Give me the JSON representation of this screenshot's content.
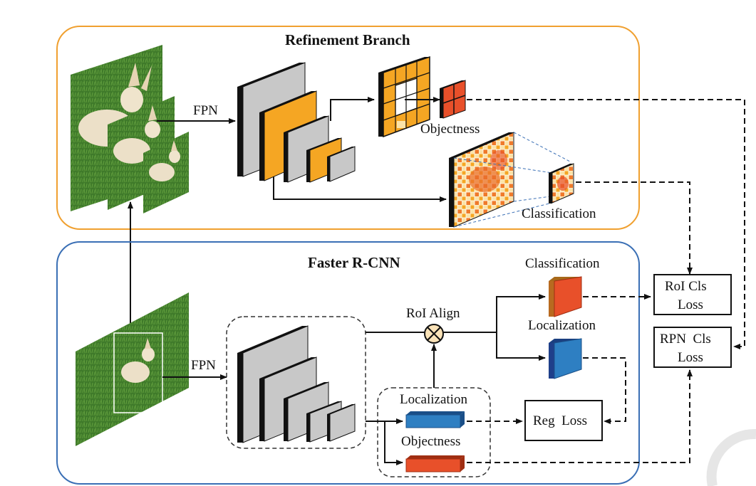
{
  "refinement": {
    "title": "Refinement Branch",
    "fpn": "FPN",
    "objectness": "Objectness",
    "classification": "Classification"
  },
  "faster": {
    "title": "Faster R-CNN",
    "fpn": "FPN",
    "roi_align": "RoI Align",
    "classification": "Classification",
    "localization_head": "Localization",
    "localization_rpn": "Localization",
    "objectness_rpn": "Objectness",
    "reg_loss": "Reg  Loss"
  },
  "losses": {
    "roi_cls_line1": "RoI Cls",
    "roi_cls_line2": "Loss",
    "rpn_cls_line1": "RPN  Cls",
    "rpn_cls_line2": "Loss"
  },
  "colors": {
    "refinement_border": "#f0a030",
    "faster_border": "#3a6fb5",
    "feature_orange": "#f5a623",
    "feature_gray": "#c8c8c8",
    "head_red": "#e8502a",
    "head_blue": "#2e7fc2"
  }
}
